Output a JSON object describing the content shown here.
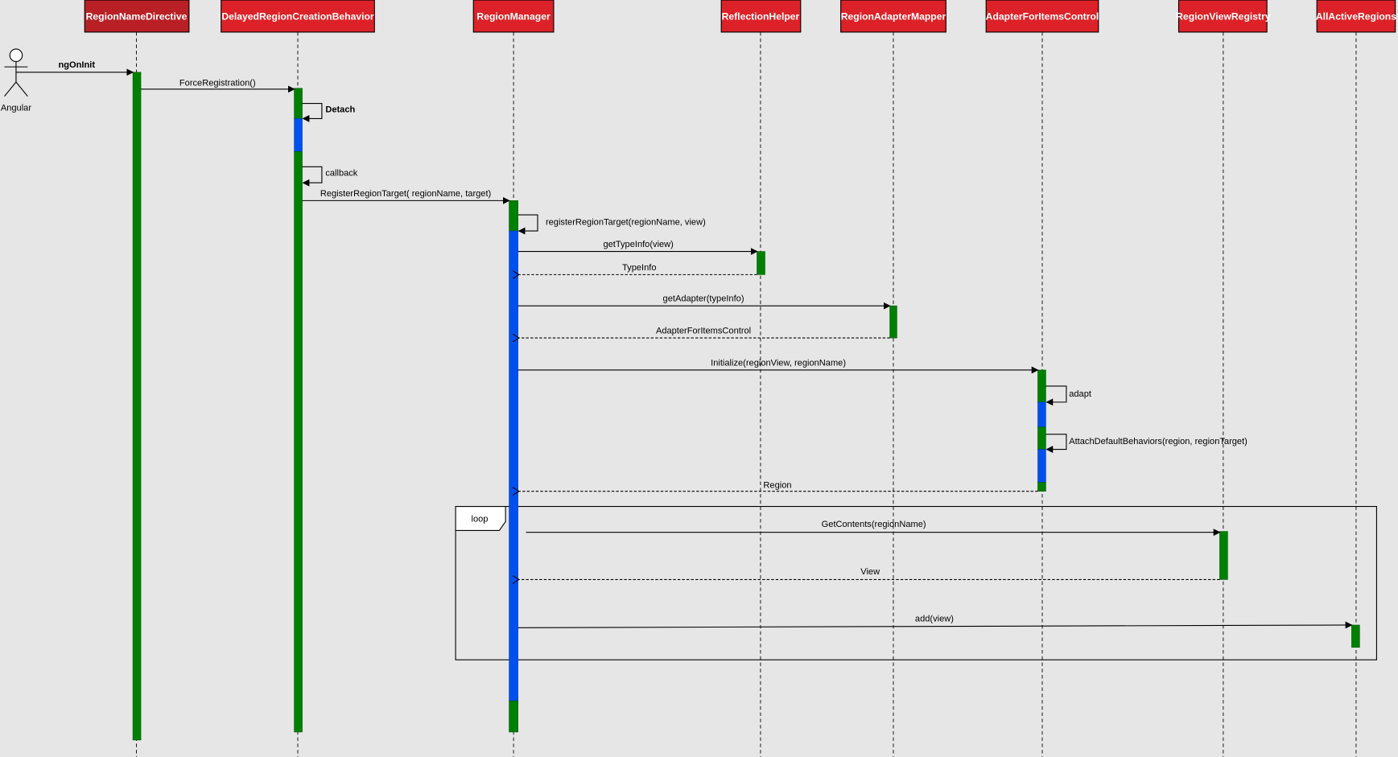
{
  "actor": {
    "label": "Angular"
  },
  "participants": [
    {
      "name": "RegionNameDirective",
      "color": "#b82026"
    },
    {
      "name": "DelayedRegionCreationBehavior",
      "color": "#dc2228"
    },
    {
      "name": "RegionManager",
      "color": "#dc2228"
    },
    {
      "name": "ReflectionHelper",
      "color": "#dc2228"
    },
    {
      "name": "RegionAdapterMapper",
      "color": "#dc2228"
    },
    {
      "name": "AdapterForItemsControl",
      "color": "#dc2228"
    },
    {
      "name": "RegionViewRegistry",
      "color": "#dc2228"
    },
    {
      "name": "AllActiveRegions",
      "color": "#dc2228"
    }
  ],
  "messages": [
    {
      "label": "ngOnInit",
      "type": "call"
    },
    {
      "label": "ForceRegistration()",
      "type": "call"
    },
    {
      "label": "Detach",
      "type": "self"
    },
    {
      "label": "callback",
      "type": "self"
    },
    {
      "label": "RegisterRegionTarget( regionName, target)",
      "type": "call"
    },
    {
      "label": "registerRegionTarget(regionName, view)",
      "type": "self"
    },
    {
      "label": "getTypeInfo(view)",
      "type": "call"
    },
    {
      "label": "TypeInfo",
      "type": "return"
    },
    {
      "label": "getAdapter(typeInfo)",
      "type": "call"
    },
    {
      "label": "AdapterForItemsControl",
      "type": "return"
    },
    {
      "label": "Initialize(regionView, regionName)",
      "type": "call"
    },
    {
      "label": "adapt",
      "type": "self"
    },
    {
      "label": "AttachDefaultBehaviors(region, regionTarget)",
      "type": "self"
    },
    {
      "label": "Region",
      "type": "return"
    },
    {
      "label": "GetContents(regionName)",
      "type": "call"
    },
    {
      "label": "View",
      "type": "return"
    },
    {
      "label": "add(view)",
      "type": "call"
    }
  ],
  "fragment": {
    "label": "loop"
  },
  "colors": {
    "activation_green": "#008000",
    "activation_blue": "#0050ef",
    "background": "#e6e6e6"
  }
}
